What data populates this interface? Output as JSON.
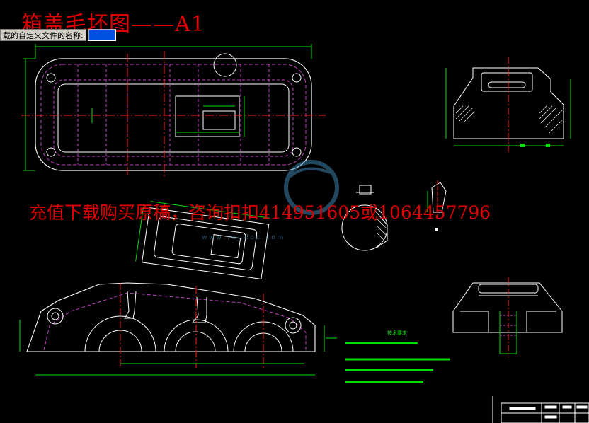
{
  "drawing": {
    "title": "箱盖毛坯图——A1",
    "watermark_text": "充值下载购买原稿，咨询扣扣414951605或1064457796",
    "site_watermark": "w w w . r e n d o c . c o m"
  },
  "command_bar": {
    "prompt": "载的自定义文件的名称:",
    "input_value": ""
  },
  "tech_requirements": {
    "heading": "技术要求"
  },
  "colors": {
    "background": "#000000",
    "outline": "#ffffff",
    "hidden_line": "#c040c0",
    "dimension": "#00e000",
    "center_line": "#ff2020",
    "section_hatch": "#ffffff",
    "title_text": "#e00000"
  }
}
